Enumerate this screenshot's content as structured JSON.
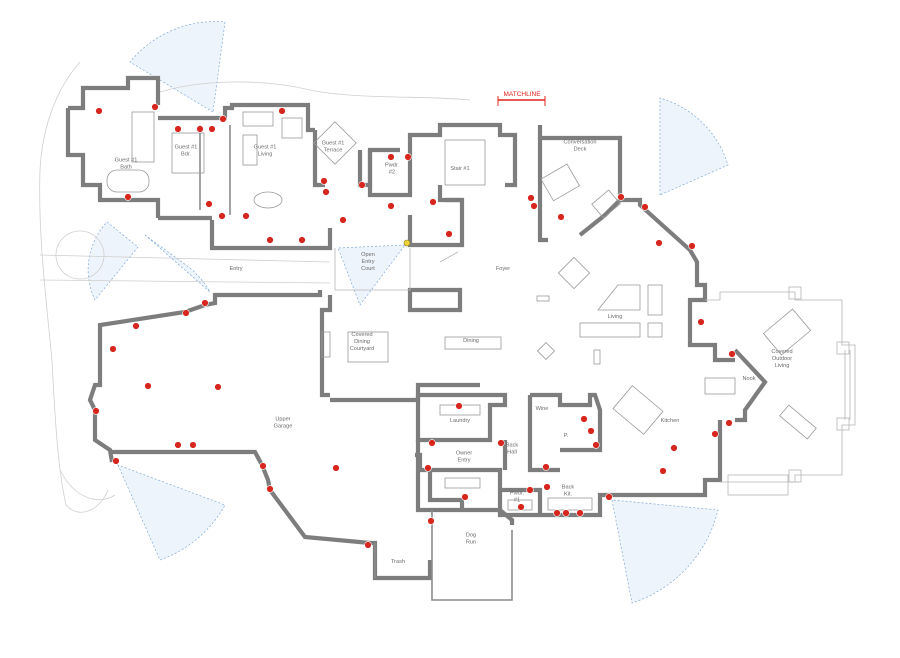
{
  "plan": {
    "matchline": "MATCHLINE",
    "rooms": [
      {
        "key": "guest-bath",
        "lines": [
          "Guest #1",
          "Bath"
        ]
      },
      {
        "key": "guest-bdr",
        "lines": [
          "Guest #1",
          "Bdr."
        ]
      },
      {
        "key": "guest-living",
        "lines": [
          "Guest #1",
          "Living"
        ]
      },
      {
        "key": "guest-terrace",
        "lines": [
          "Guest #1",
          "Terrace"
        ]
      },
      {
        "key": "powder-2",
        "lines": [
          "Pwdr.",
          "#2"
        ]
      },
      {
        "key": "stair-1",
        "lines": [
          "Stair #1"
        ]
      },
      {
        "key": "conversation-deck",
        "lines": [
          "Conversation",
          "Deck"
        ]
      },
      {
        "key": "entry",
        "lines": [
          "Entry"
        ]
      },
      {
        "key": "open-entry-court",
        "lines": [
          "Open",
          "Entry",
          "Court"
        ]
      },
      {
        "key": "foyer",
        "lines": [
          "Foyer"
        ]
      },
      {
        "key": "living",
        "lines": [
          "Living"
        ]
      },
      {
        "key": "covered-dining-courtyard",
        "lines": [
          "Covered",
          "Dining",
          "Courtyard"
        ]
      },
      {
        "key": "dining",
        "lines": [
          "Dining"
        ]
      },
      {
        "key": "nook",
        "lines": [
          "Nook"
        ]
      },
      {
        "key": "covered-outdoor-living",
        "lines": [
          "Covered",
          "Outdoor",
          "Living"
        ]
      },
      {
        "key": "upper-garage",
        "lines": [
          "Upper",
          "Garage"
        ]
      },
      {
        "key": "laundry",
        "lines": [
          "Laundry"
        ]
      },
      {
        "key": "wine",
        "lines": [
          "Wine"
        ]
      },
      {
        "key": "pantry",
        "lines": [
          "P."
        ]
      },
      {
        "key": "kitchen",
        "lines": [
          "Kitchen"
        ]
      },
      {
        "key": "back-hall",
        "lines": [
          "Back",
          "Hall"
        ]
      },
      {
        "key": "owner-entry",
        "lines": [
          "Owner",
          "Entry"
        ]
      },
      {
        "key": "powder-1",
        "lines": [
          "Pwdr.",
          "#1"
        ]
      },
      {
        "key": "back-kit",
        "lines": [
          "Back",
          "Kit."
        ]
      },
      {
        "key": "dog-run",
        "lines": [
          "Dog",
          "Run"
        ]
      },
      {
        "key": "trash",
        "lines": [
          "Trash"
        ]
      }
    ],
    "colors": {
      "marker": "#d7261e",
      "marker_alt": "#f2d33a",
      "matchline": "#e0251b",
      "walls": "#7d7d7d",
      "camera_view": "#7fa8d8"
    },
    "marker_icon": "red-dot-marker",
    "camera_icon": "camera-view-wedge"
  }
}
